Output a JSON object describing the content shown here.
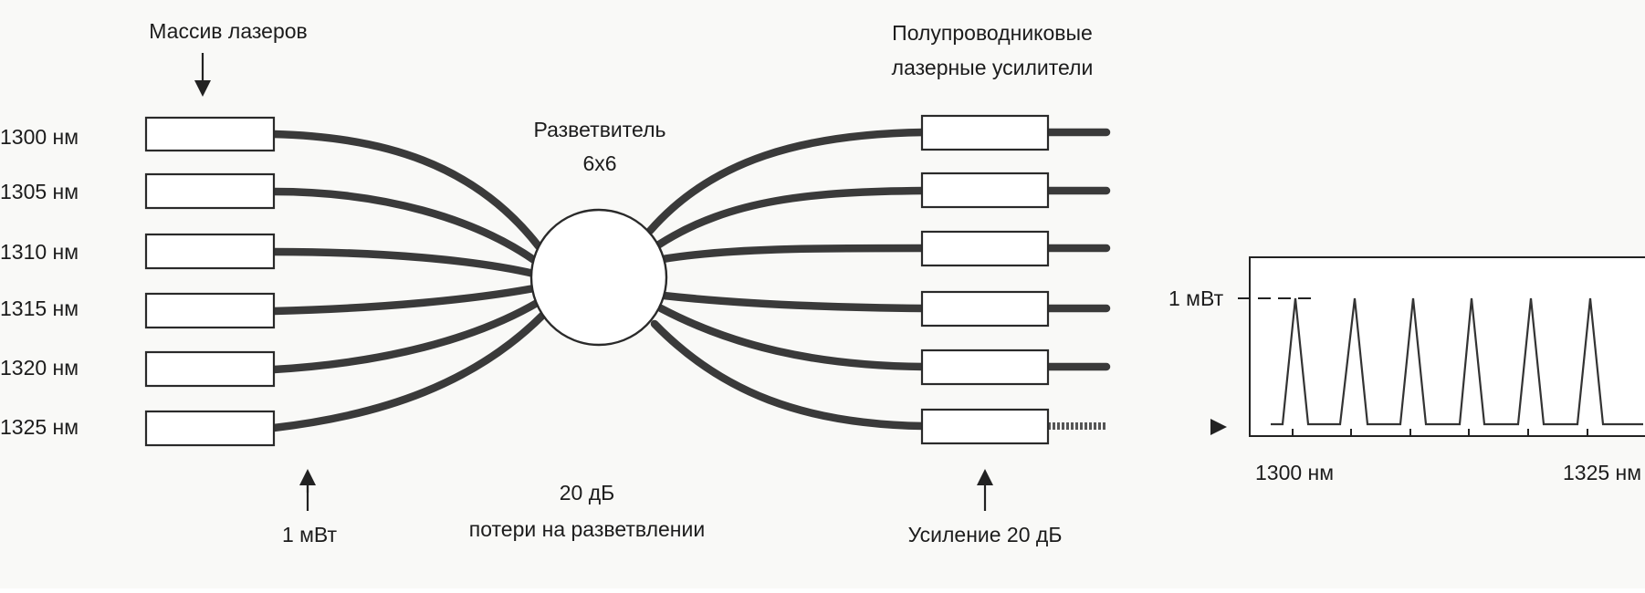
{
  "lasers": {
    "title": "Массив лазеров",
    "wavelengths": [
      "1300 нм",
      "1305 нм",
      "1310 нм",
      "1315 нм",
      "1320 нм",
      "1325 нм"
    ],
    "power_label": "1 мВт"
  },
  "coupler": {
    "title_line1": "Разветвитель",
    "title_line2": "6x6",
    "loss_line1": "20 дБ",
    "loss_line2": "потери на разветвлении"
  },
  "amplifiers": {
    "title_line1": "Полупроводниковые",
    "title_line2": "лазерные усилители",
    "gain_label": "Усиление 20 дБ"
  },
  "spectrum": {
    "power_level": "1 мВт",
    "x_start": "1300 нм",
    "x_end": "1325 нм",
    "peaks_nm": [
      1300,
      1305,
      1310,
      1315,
      1320,
      1325
    ]
  }
}
